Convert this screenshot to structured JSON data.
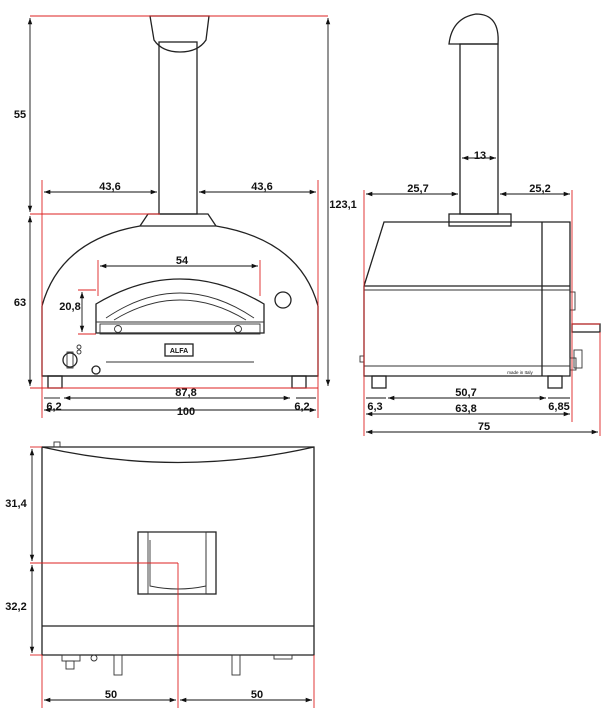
{
  "front": {
    "height_top": "55",
    "height_bottom": "63",
    "total_height": "123,1",
    "flue_left": "43,6",
    "flue_right": "43,6",
    "mouth_width": "54",
    "mouth_height": "20,8",
    "inner_width": "87,8",
    "total_width": "100",
    "foot_left": "6,2",
    "foot_right": "6,2",
    "brand": "ALFA"
  },
  "side": {
    "flue_diameter": "13",
    "top_left": "25,7",
    "top_right": "25,2",
    "inner_depth": "50,7",
    "body_depth": "63,8",
    "total_depth": "75",
    "foot_left": "6,3",
    "foot_right": "6,85",
    "made_in": "made in Italy"
  },
  "top": {
    "depth_back": "31,4",
    "depth_front": "32,2",
    "width_left": "50",
    "width_right": "50"
  },
  "colors": {
    "line": "#222222",
    "reference": "#dd2222",
    "dimension_text": "#111111"
  }
}
